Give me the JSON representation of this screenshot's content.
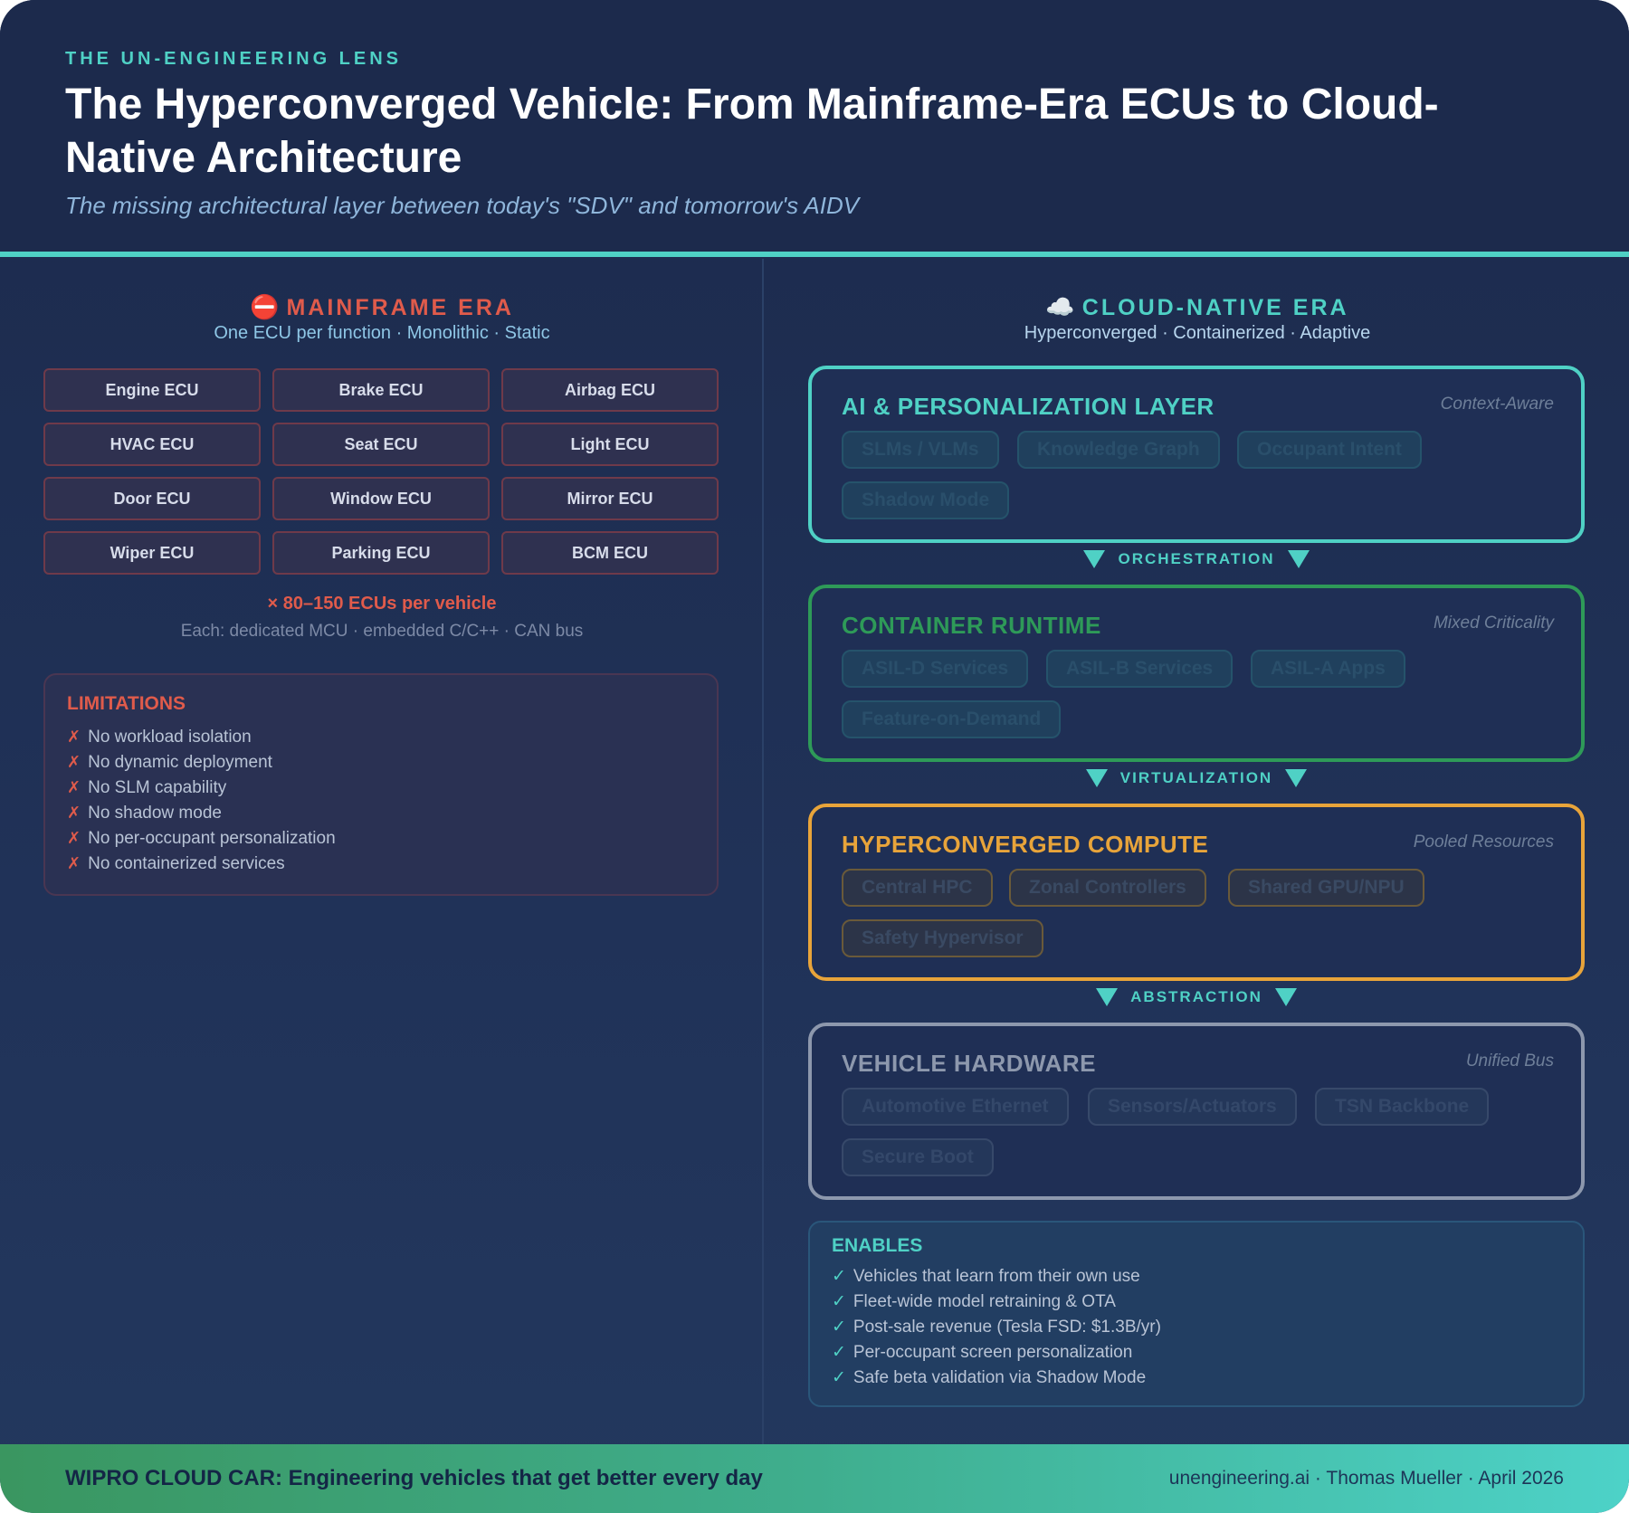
{
  "header": {
    "eyebrow": "THE UN-ENGINEERING LENS",
    "title": "The Hyperconverged Vehicle: From Mainframe-Era ECUs to Cloud-Native Architecture",
    "subtitle": "The missing architectural layer between today's \"SDV\" and tomorrow's AIDV"
  },
  "mainframe": {
    "icon": "⛔",
    "title": "MAINFRAME ERA",
    "subtitle": "One ECU per function · Monolithic · Static",
    "ecus": [
      "Engine ECU",
      "Brake ECU",
      "Airbag ECU",
      "HVAC ECU",
      "Seat ECU",
      "Light ECU",
      "Door ECU",
      "Window ECU",
      "Mirror ECU",
      "Wiper ECU",
      "Parking ECU",
      "BCM ECU"
    ],
    "count": "× 80–150 ECUs per vehicle",
    "detail": "Each: dedicated MCU · embedded C/C++ · CAN bus",
    "limitations": {
      "title": "LIMITATIONS",
      "mark": "✗",
      "items": [
        "No workload isolation",
        "No dynamic deployment",
        "No SLM capability",
        "No shadow mode",
        "No per-occupant personalization",
        "No containerized services"
      ]
    }
  },
  "cloud": {
    "icon": "☁️",
    "title": "CLOUD-NATIVE ERA",
    "subtitle": "Hyperconverged · Containerized · Adaptive",
    "layers": [
      {
        "title": "AI & PERSONALIZATION LAYER",
        "tag": "Context-Aware",
        "color": "#4fd1c5",
        "chips": [
          "SLMs / VLMs",
          "Knowledge Graph",
          "Occupant Intent",
          "Shadow Mode"
        ]
      },
      {
        "title": "CONTAINER RUNTIME",
        "tag": "Mixed Criticality",
        "color": "#2e9a58",
        "chips": [
          "ASIL-D Services",
          "ASIL-B Services",
          "ASIL-A Apps",
          "Feature-on-Demand"
        ]
      },
      {
        "title": "HYPERCONVERGED COMPUTE",
        "tag": "Pooled Resources",
        "color": "#e8a43a",
        "chips": [
          "Central HPC",
          "Zonal Controllers",
          "Shared GPU/NPU",
          "Safety Hypervisor"
        ]
      },
      {
        "title": "VEHICLE HARDWARE",
        "tag": "Unified Bus",
        "color": "#8d98ad",
        "chips": [
          "Automotive Ethernet",
          "Sensors/Actuators",
          "TSN Backbone",
          "Secure Boot"
        ]
      }
    ],
    "connectors": [
      "ORCHESTRATION",
      "VIRTUALIZATION",
      "ABSTRACTION"
    ],
    "enables": {
      "title": "ENABLES",
      "mark": "✓",
      "items": [
        "Vehicles that learn from their own use",
        "Fleet-wide model retraining & OTA",
        "Post-sale revenue (Tesla FSD: $1.3B/yr)",
        "Per-occupant screen personalization",
        "Safe beta validation via Shadow Mode"
      ]
    }
  },
  "footer": {
    "left": "WIPRO CLOUD CAR: Engineering vehicles that get better every day",
    "right": "unengineering.ai · Thomas Mueller · April 2026"
  }
}
